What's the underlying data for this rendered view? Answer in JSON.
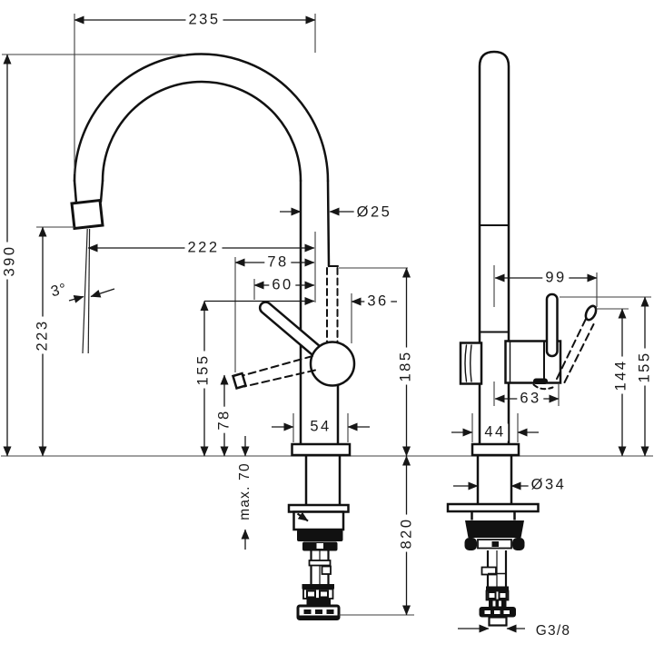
{
  "dimensions": {
    "front_view": {
      "overall_reach": "235",
      "overall_height": "390",
      "spout_outlet_height": "223",
      "outlet_reach": "222",
      "stream_angle": "3°",
      "spout_diameter": "Ø25",
      "lever_reach_low": "78",
      "lever_reach_up": "60",
      "lever_offset": "36",
      "swivel_joint_height": "185",
      "lever_top_height": "155",
      "lever_low_height": "78",
      "base_width": "54",
      "max_counter_thickness": "max. 70",
      "hose_length": "820"
    },
    "side_view": {
      "lever_length": "99",
      "lever_tip_height": "144",
      "lever_top_height": "155",
      "lever_pivot_offset": "63",
      "base_depth": "44",
      "shank_diameter": "Ø34",
      "supply_connection": "G3/8"
    }
  }
}
